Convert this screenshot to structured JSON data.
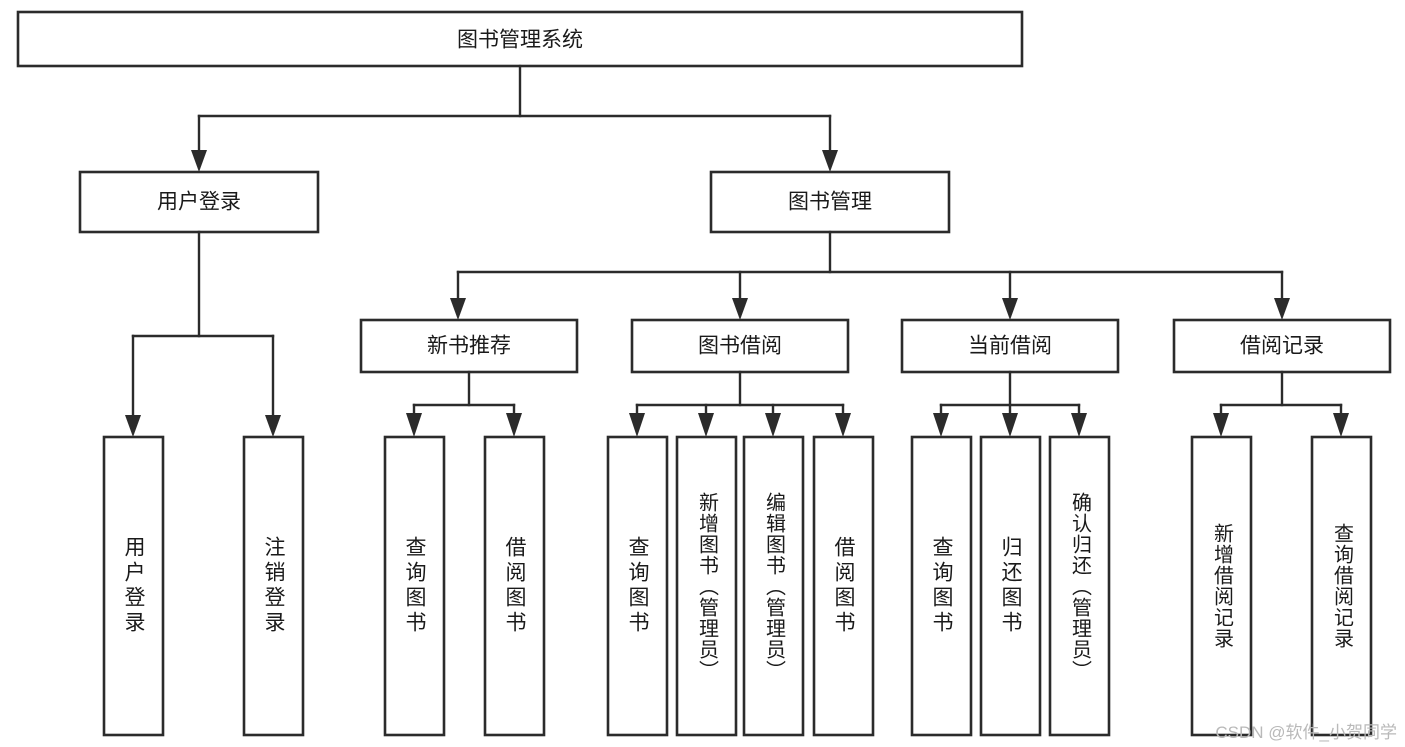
{
  "diagram": {
    "title": "图书管理系统",
    "type": "tree",
    "orientation": "top-down",
    "colors": {
      "stroke": "#2b2b2b",
      "box_fill": "#ffffff",
      "text": "#1a1a1a",
      "background": "#ffffff",
      "watermark": "#b9b9b9"
    },
    "root": {
      "id": "root",
      "label": "图书管理系统"
    },
    "level2": [
      {
        "id": "user-login",
        "label": "用户登录"
      },
      {
        "id": "book-manage",
        "label": "图书管理"
      }
    ],
    "level3": [
      {
        "id": "new-book-recommend",
        "label": "新书推荐",
        "parent": "book-manage"
      },
      {
        "id": "book-borrow",
        "label": "图书借阅",
        "parent": "book-manage"
      },
      {
        "id": "current-borrow",
        "label": "当前借阅",
        "parent": "book-manage"
      },
      {
        "id": "borrow-record",
        "label": "借阅记录",
        "parent": "book-manage"
      }
    ],
    "leaves": {
      "user-login": [
        {
          "id": "leaf-user-login",
          "label": "用户登录"
        },
        {
          "id": "leaf-user-logout",
          "label": "注销登录"
        }
      ],
      "new-book-recommend": [
        {
          "id": "leaf-query-book-1",
          "label": "查询图书"
        },
        {
          "id": "leaf-borrow-book-1",
          "label": "借阅图书"
        }
      ],
      "book-borrow": [
        {
          "id": "leaf-query-book-2",
          "label": "查询图书"
        },
        {
          "id": "leaf-add-book",
          "label": "新增图书（管理员）"
        },
        {
          "id": "leaf-edit-book",
          "label": "编辑图书（管理员）"
        },
        {
          "id": "leaf-borrow-book-2",
          "label": "借阅图书"
        }
      ],
      "current-borrow": [
        {
          "id": "leaf-query-book-3",
          "label": "查询图书"
        },
        {
          "id": "leaf-return-book",
          "label": "归还图书"
        },
        {
          "id": "leaf-confirm-return",
          "label": "确认归还（管理员）"
        }
      ],
      "borrow-record": [
        {
          "id": "leaf-add-record",
          "label": "新增借阅记录"
        },
        {
          "id": "leaf-query-record",
          "label": "查询借阅记录"
        }
      ]
    }
  },
  "watermark": {
    "text": "CSDN @软件_小贺同学"
  }
}
